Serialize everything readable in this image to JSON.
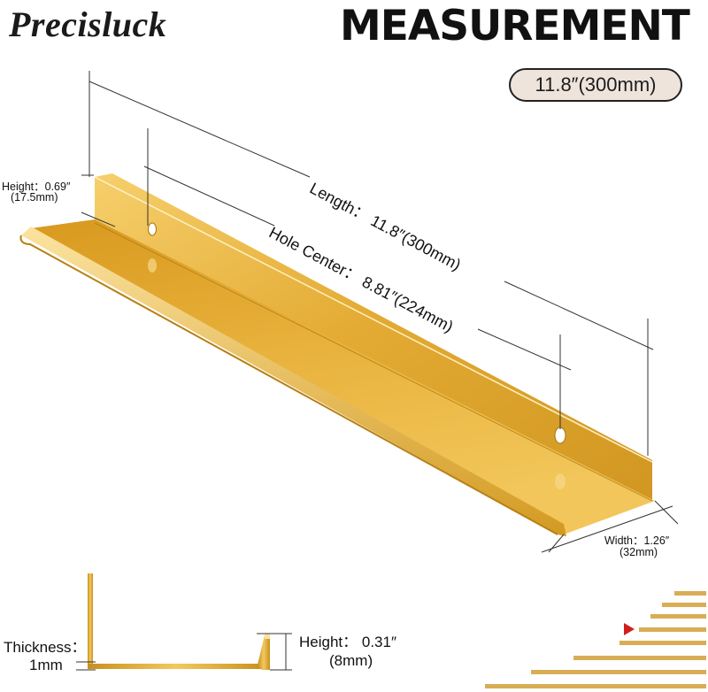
{
  "brand": {
    "name": "Precisluck"
  },
  "header": {
    "title": "MEASUREMENT",
    "size_badge": "11.8″(300mm)"
  },
  "dimensions": {
    "length": "Length： 11.8″(300mm)",
    "hole_center": "Hole Center： 8.81″(224mm)",
    "height_top": "Height：0.69″",
    "height_top_mm": "(17.5mm)",
    "width": "Width：1.26″",
    "width_mm": "(32mm)",
    "thickness": "Thickness：",
    "thickness_mm": "1mm",
    "lip_height": "Height： 0.31″",
    "lip_height_mm": "(8mm)"
  },
  "colors": {
    "gold": "#e0a52a",
    "gold_light": "#f3c55a",
    "gold_dark": "#b07c12",
    "badge_bg": "#efe4db",
    "marker_red": "#d21e1e"
  }
}
